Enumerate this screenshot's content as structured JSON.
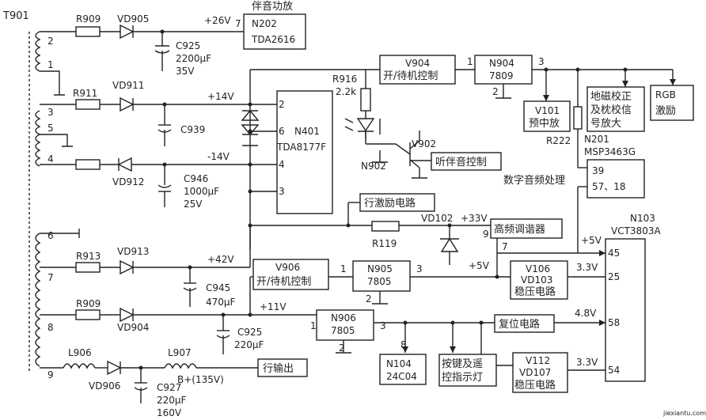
{
  "transformer": "T901",
  "pins": [
    "2",
    "1",
    "3",
    "5",
    "4",
    "6",
    "7",
    "8",
    "9"
  ],
  "resistors": [
    "R909",
    "R911",
    "R913",
    "R909",
    "R916",
    "2.2k",
    "R119",
    "R222"
  ],
  "diodes": [
    "VD905",
    "VD911",
    "VD912",
    "VD913",
    "VD904",
    "VD906",
    "VD102"
  ],
  "inductors": [
    "L906",
    "L907"
  ],
  "capacitors": [
    {
      "ref": "C925",
      "val": "2200μF",
      "volt": "35V"
    },
    {
      "ref": "C939",
      "val": "",
      "volt": ""
    },
    {
      "ref": "C946",
      "val": "1000μF",
      "volt": "25V"
    },
    {
      "ref": "C945",
      "val": "470μF",
      "volt": ""
    },
    {
      "ref": "C925",
      "val": "220μF",
      "volt": ""
    },
    {
      "ref": "C927",
      "val": "220μF",
      "volt": "160V"
    }
  ],
  "voltages": [
    "+26V",
    "+14V",
    "-14V",
    "+42V",
    "+11V",
    "B+(135V)",
    "+33V",
    "+5V",
    "+5V",
    "3.3V",
    "4.8V",
    "3.3V"
  ],
  "chips": {
    "n202": {
      "ref": "N202",
      "part": "TDA2616",
      "title": "伴音功放",
      "pin": "7"
    },
    "n401": {
      "ref": "N401",
      "part": "TDA8177F",
      "pins": [
        "2",
        "6",
        "4",
        "3"
      ]
    },
    "n904": {
      "ref": "N904",
      "part": "7809",
      "pins": [
        "1",
        "3",
        "2"
      ]
    },
    "n905": {
      "ref": "N905",
      "part": "7805",
      "pins": [
        "1",
        "3",
        "2"
      ]
    },
    "n906": {
      "ref": "N906",
      "part": "7805",
      "pins": [
        "1",
        "3",
        "2"
      ]
    },
    "n201": {
      "ref": "N201",
      "part": "MSP3463G",
      "pins": [
        "39",
        "57、18"
      ]
    },
    "n103": {
      "ref": "N103",
      "part": "VCT3803A",
      "pins": [
        "45",
        "25",
        "58",
        "54"
      ]
    },
    "n104": {
      "ref": "N104",
      "part": "24C04",
      "pin": "8"
    }
  },
  "blocks": {
    "v904": {
      "ref": "V904",
      "label": "开/待机控制"
    },
    "v906": {
      "ref": "V906",
      "label": "开/待机控制"
    },
    "v101": {
      "line1": "V101",
      "line2": "预中放"
    },
    "geo": {
      "line1": "地磁校正",
      "line2": "及枕校信",
      "line3": "号放大"
    },
    "rgb": {
      "line1": "RGB",
      "line2": "激励"
    },
    "listen": "听伴音控制",
    "hdrive": "行激励电路",
    "tuner": "高频调谐器",
    "v106": {
      "line1": "V106",
      "line2": "VD103",
      "line3": "稳压电路"
    },
    "reset": "复位电路",
    "keys": {
      "line1": "按键及遥",
      "line2": "控指示灯"
    },
    "v112": {
      "line1": "V112",
      "line2": "VD107",
      "line3": "稳压电路"
    },
    "hout": "行输出"
  },
  "transistors": [
    "V902",
    "N902"
  ],
  "labels": {
    "dsp": "数字音频处理",
    "tuner_pin": "9",
    "pin7": "7",
    "watermark": "jiexiantu.com"
  }
}
